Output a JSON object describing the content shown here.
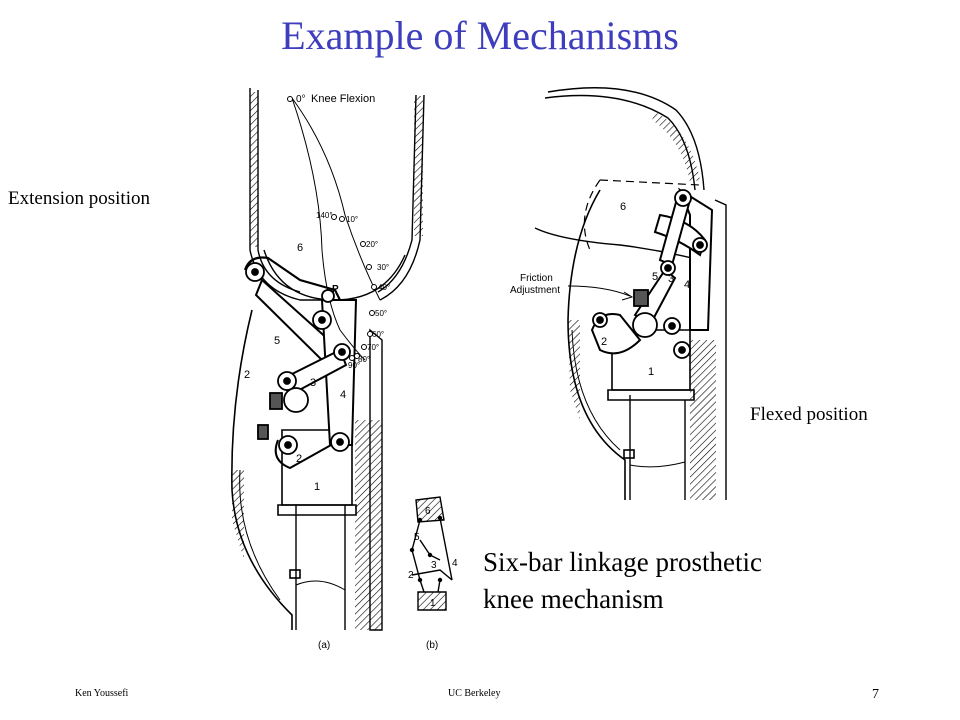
{
  "slide": {
    "title": "Example of Mechanisms",
    "label_extension": "Extension position",
    "label_flexed": "Flexed position",
    "caption_line1": "Six-bar linkage prosthetic",
    "caption_line2": "knee mechanism",
    "footer_author": "Ken Youssefi",
    "footer_org": "UC Berkeley",
    "page_number": "7"
  },
  "diagram": {
    "knee_flexion_label": "Knee Flexion",
    "angle_labels": [
      "0°",
      "10°",
      "20°",
      "30°",
      "40°",
      "50°",
      "60°",
      "70°",
      "80°",
      "90°",
      "140°"
    ],
    "point_label": "P",
    "link_numbers": [
      "1",
      "2",
      "3",
      "4",
      "5",
      "6"
    ],
    "friction_label_line1": "Friction",
    "friction_label_line2": "Adjustment",
    "subfig_a": "(a)",
    "subfig_b": "(b)"
  },
  "colors": {
    "title": "#3d3dbd",
    "text": "#000000"
  }
}
